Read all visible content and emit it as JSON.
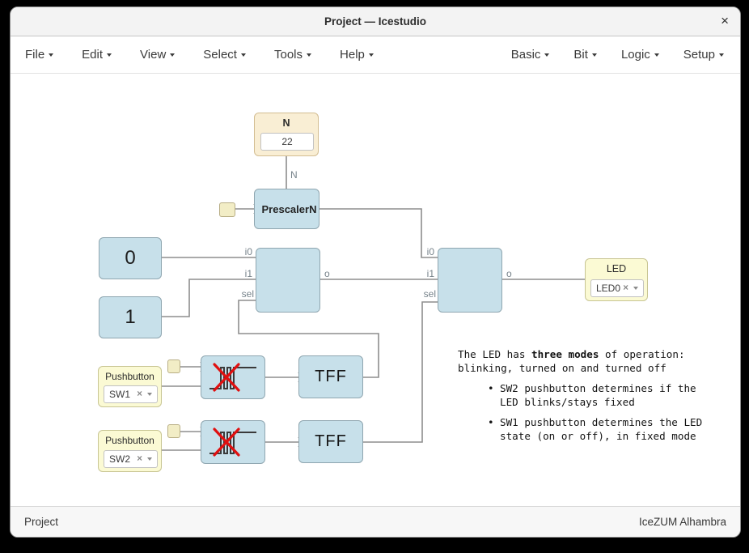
{
  "window": {
    "title": "Project — Icestudio",
    "close_glyph": "×"
  },
  "menubar": {
    "left": [
      {
        "label": "File"
      },
      {
        "label": "Edit"
      },
      {
        "label": "View"
      },
      {
        "label": "Select"
      },
      {
        "label": "Tools"
      },
      {
        "label": "Help"
      }
    ],
    "right": [
      {
        "label": "Basic"
      },
      {
        "label": "Bit"
      },
      {
        "label": "Logic"
      },
      {
        "label": "Setup"
      }
    ]
  },
  "canvas": {
    "constant_block": {
      "name": "N",
      "value": "22"
    },
    "wire_label": "N",
    "prescaler": {
      "label": "PrescalerN"
    },
    "bit0": {
      "value": "0"
    },
    "bit1": {
      "value": "1"
    },
    "mux_ports": {
      "i0": "i0",
      "i1": "i1",
      "sel": "sel",
      "o": "o"
    },
    "led": {
      "label": "LED",
      "value": "LED0"
    },
    "pushbutton1": {
      "label": "Pushbutton",
      "value": "SW1"
    },
    "pushbutton2": {
      "label": "Pushbutton",
      "value": "SW2"
    },
    "tff": {
      "label": "TFF"
    },
    "select_clear_glyph": "×",
    "note": {
      "intro_prefix": "The LED has ",
      "intro_bold": "three modes",
      "intro_suffix": " of operation:\nblinking, turned on and turned off",
      "bullet_glyph": "•",
      "items": [
        {
          "text": "SW2 pushbutton determines if the\nLED blinks/stays fixed"
        },
        {
          "text": "SW1 pushbutton determines the LED\nstate (on or off), in fixed mode"
        }
      ]
    }
  },
  "footer": {
    "left": "Project",
    "right": "IceZUM Alhambra"
  },
  "colors": {
    "block_blue": "#c7e0ea",
    "block_cream": "#f9eed4",
    "block_yellow": "#fbfad4",
    "wire": "#8e8e8e",
    "bounce_red": "#e01010"
  }
}
